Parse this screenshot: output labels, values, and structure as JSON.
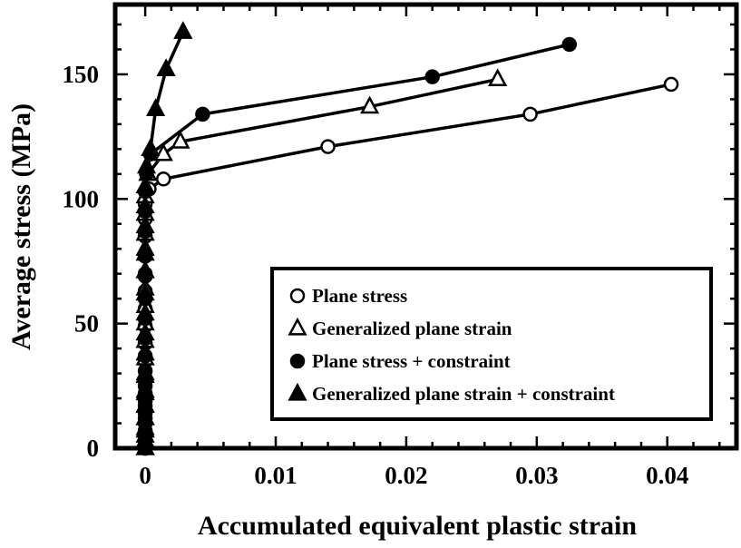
{
  "chart_data": {
    "type": "line",
    "title": "",
    "xlabel": "Accumulated equivalent plastic strain",
    "ylabel": "Average stress (MPa)",
    "xlim": [
      -0.0023,
      0.0453
    ],
    "ylim": [
      0,
      178
    ],
    "x_ticks": [
      0,
      0.01,
      0.02,
      0.03,
      0.04
    ],
    "x_tick_labels": [
      "0",
      "0.01",
      "0.02",
      "0.03",
      "0.04"
    ],
    "y_ticks": [
      0,
      50,
      100,
      150
    ],
    "y_tick_labels": [
      "0",
      "50",
      "100",
      "150"
    ],
    "grid": false,
    "legend_position": "bottom-right",
    "series": [
      {
        "name": "Plane stress",
        "marker": "circle-open",
        "points": [
          [
            0,
            0
          ],
          [
            0,
            3
          ],
          [
            0,
            7
          ],
          [
            0,
            12
          ],
          [
            0,
            17
          ],
          [
            0,
            22
          ],
          [
            0,
            28
          ],
          [
            0,
            35
          ],
          [
            0,
            42
          ],
          [
            0,
            49
          ],
          [
            0,
            56
          ],
          [
            0,
            63
          ],
          [
            0,
            70
          ],
          [
            0,
            77
          ],
          [
            0,
            85
          ],
          [
            0,
            92
          ],
          [
            0,
            98
          ],
          [
            0.0003,
            104
          ],
          [
            0.0014,
            108
          ],
          [
            0.014,
            121
          ],
          [
            0.0295,
            134
          ],
          [
            0.0403,
            146
          ]
        ]
      },
      {
        "name": "Generalized plane strain",
        "marker": "triangle-open",
        "points": [
          [
            0,
            0
          ],
          [
            0,
            3
          ],
          [
            0,
            7
          ],
          [
            0,
            12
          ],
          [
            0,
            17
          ],
          [
            0,
            22
          ],
          [
            0,
            29
          ],
          [
            0,
            36
          ],
          [
            0,
            43
          ],
          [
            0,
            50
          ],
          [
            0,
            57
          ],
          [
            0,
            64
          ],
          [
            0,
            71
          ],
          [
            0,
            78
          ],
          [
            0,
            86
          ],
          [
            0,
            94
          ],
          [
            0,
            101
          ],
          [
            0.0002,
            110
          ],
          [
            0.0014,
            118
          ],
          [
            0.0027,
            123
          ],
          [
            0.0172,
            137
          ],
          [
            0.027,
            148
          ]
        ]
      },
      {
        "name": "Plane stress + constraint",
        "marker": "circle-filled",
        "points": [
          [
            0,
            0
          ],
          [
            0,
            3
          ],
          [
            0,
            6
          ],
          [
            0,
            10
          ],
          [
            0,
            14
          ],
          [
            0,
            19
          ],
          [
            0,
            25
          ],
          [
            0,
            31
          ],
          [
            0,
            37
          ],
          [
            0,
            44
          ],
          [
            0,
            52
          ],
          [
            0,
            60
          ],
          [
            0,
            69
          ],
          [
            0,
            78
          ],
          [
            0,
            87
          ],
          [
            0,
            95
          ],
          [
            0,
            103
          ],
          [
            0.0001,
            110
          ],
          [
            0.0004,
            118
          ],
          [
            0.0044,
            134
          ],
          [
            0.022,
            149
          ],
          [
            0.0325,
            162
          ]
        ]
      },
      {
        "name": "Generalized plane strain + constraint",
        "marker": "triangle-filled",
        "points": [
          [
            0,
            0
          ],
          [
            0,
            2
          ],
          [
            0,
            5
          ],
          [
            0,
            8
          ],
          [
            0,
            12
          ],
          [
            0,
            17
          ],
          [
            0,
            23
          ],
          [
            0,
            30
          ],
          [
            0,
            38
          ],
          [
            0,
            46
          ],
          [
            0,
            54
          ],
          [
            0,
            62
          ],
          [
            0,
            71
          ],
          [
            0,
            80
          ],
          [
            0,
            89
          ],
          [
            0,
            97
          ],
          [
            0,
            105
          ],
          [
            0.0001,
            113
          ],
          [
            0.0004,
            120
          ],
          [
            0.0008,
            136
          ],
          [
            0.0016,
            152
          ],
          [
            0.0029,
            167
          ]
        ]
      }
    ]
  }
}
